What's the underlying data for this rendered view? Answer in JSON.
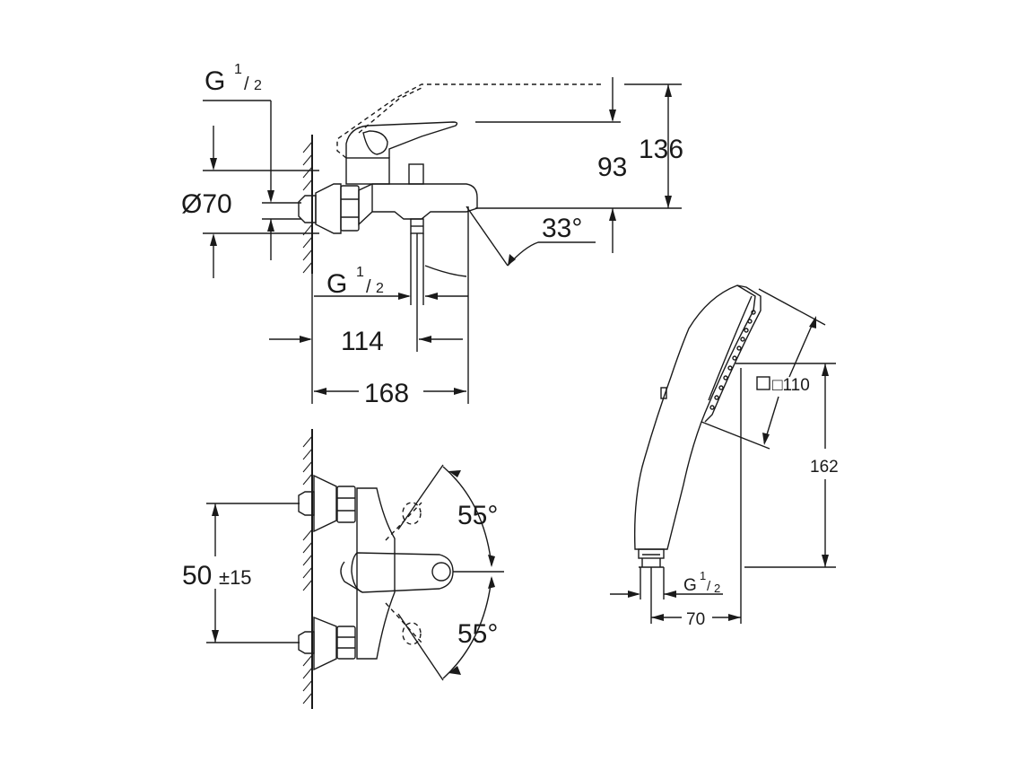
{
  "top_view": {
    "thread_top": {
      "base": "G",
      "num": "1",
      "den": "2"
    },
    "diameter": "Ø70",
    "height_total": "136",
    "height_lever": "93",
    "spout_angle": "33°",
    "thread_outlet": {
      "base": "G",
      "num": "1",
      "den": "2"
    },
    "depth_outlet": "114",
    "depth_total": "168"
  },
  "front_view": {
    "center_distance": "50",
    "center_tolerance": "±15",
    "rotation_up": "55°",
    "rotation_down": "55°"
  },
  "hand_shower": {
    "head_size": "□110",
    "length": "162",
    "thread": {
      "base": "G",
      "num": "1",
      "den": "2"
    },
    "width": "70"
  }
}
